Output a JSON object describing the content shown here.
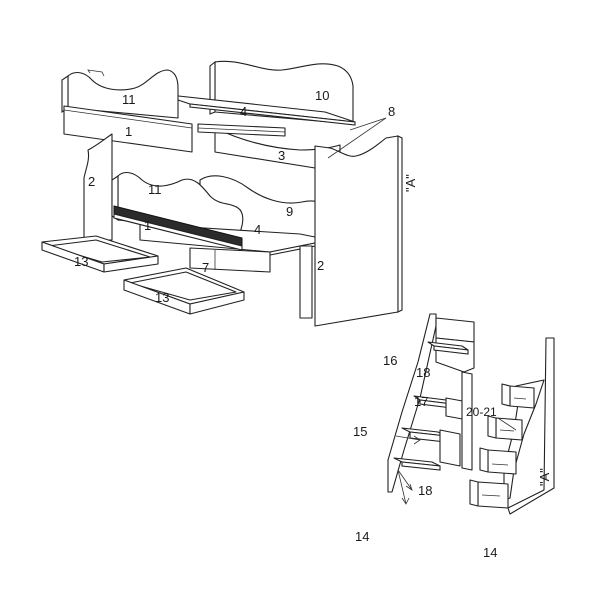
{
  "colors": {
    "line": "#222222",
    "fill": "#ffffff",
    "dark": "#2b2b2b"
  },
  "labels": {
    "p1_top": "1",
    "p1_bottom": "1",
    "p2_left": "2",
    "p2_right": "2",
    "p3": "3",
    "p4_top": "4",
    "p4_bottom": "4",
    "p7": "7",
    "p8": "8",
    "p9": "9",
    "p10": "10",
    "p11_top": "11",
    "p11_bottom": "11",
    "p13_left": "13",
    "p13_right": "13",
    "pA_bed": "\"A\"",
    "p14_left": "14",
    "p14_right": "14",
    "p15": "15",
    "p16": "16",
    "p17": "17",
    "p18_top": "18",
    "p18_bottom": "18",
    "p20_21": "20-21",
    "pA_stairs": "\"A\""
  }
}
